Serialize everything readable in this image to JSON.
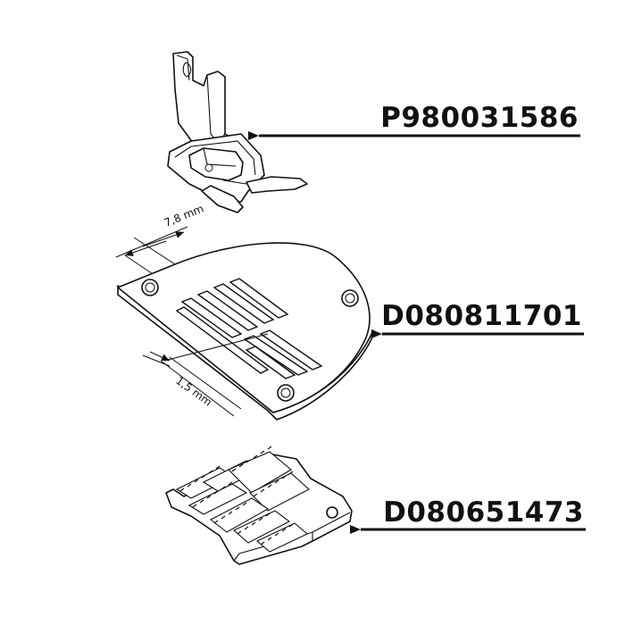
{
  "callouts": {
    "presser_foot": {
      "part_number": "P980031586"
    },
    "needle_plate": {
      "part_number": "D080811701"
    },
    "feed_dog": {
      "part_number": "D080651473"
    }
  },
  "dimensions": {
    "slot_spacing": "7,8 mm",
    "slot_width": "1,5 mm"
  }
}
